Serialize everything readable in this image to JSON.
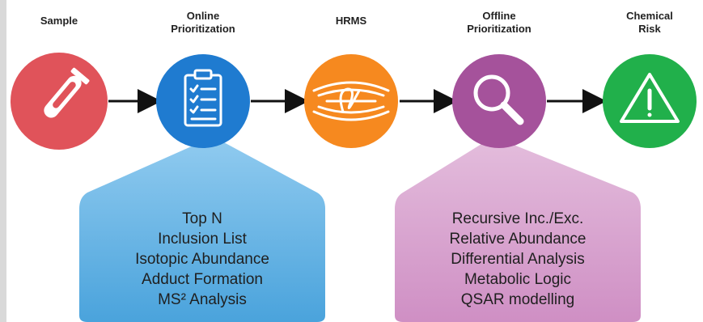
{
  "steps": [
    {
      "label_line1": "",
      "label_line2": "Sample",
      "color": "#e0535a",
      "icon": "test-tube-icon"
    },
    {
      "label_line1": "Online",
      "label_line2": "Prioritization",
      "color": "#1f7bd0",
      "icon": "clipboard-checklist-icon"
    },
    {
      "label_line1": "",
      "label_line2": "HRMS",
      "color": "#f6891f",
      "icon": "mass-spectrometer-icon"
    },
    {
      "label_line1": "Offline",
      "label_line2": "Prioritization",
      "color": "#a5529b",
      "icon": "magnifying-glass-icon"
    },
    {
      "label_line1": "Chemical",
      "label_line2": "Risk",
      "color": "#21b04b",
      "icon": "warning-triangle-icon"
    }
  ],
  "callouts": {
    "online": {
      "fill": "#66b5e3",
      "items": [
        "Top N",
        "Inclusion List",
        "Isotopic Abundance",
        "Adduct Formation",
        "MS² Analysis"
      ]
    },
    "offline": {
      "fill": "#d8a5cf",
      "items": [
        "Recursive Inc./Exc.",
        "Relative Abundance",
        "Differential Analysis",
        "Metabolic Logic",
        "QSAR modelling"
      ]
    }
  }
}
